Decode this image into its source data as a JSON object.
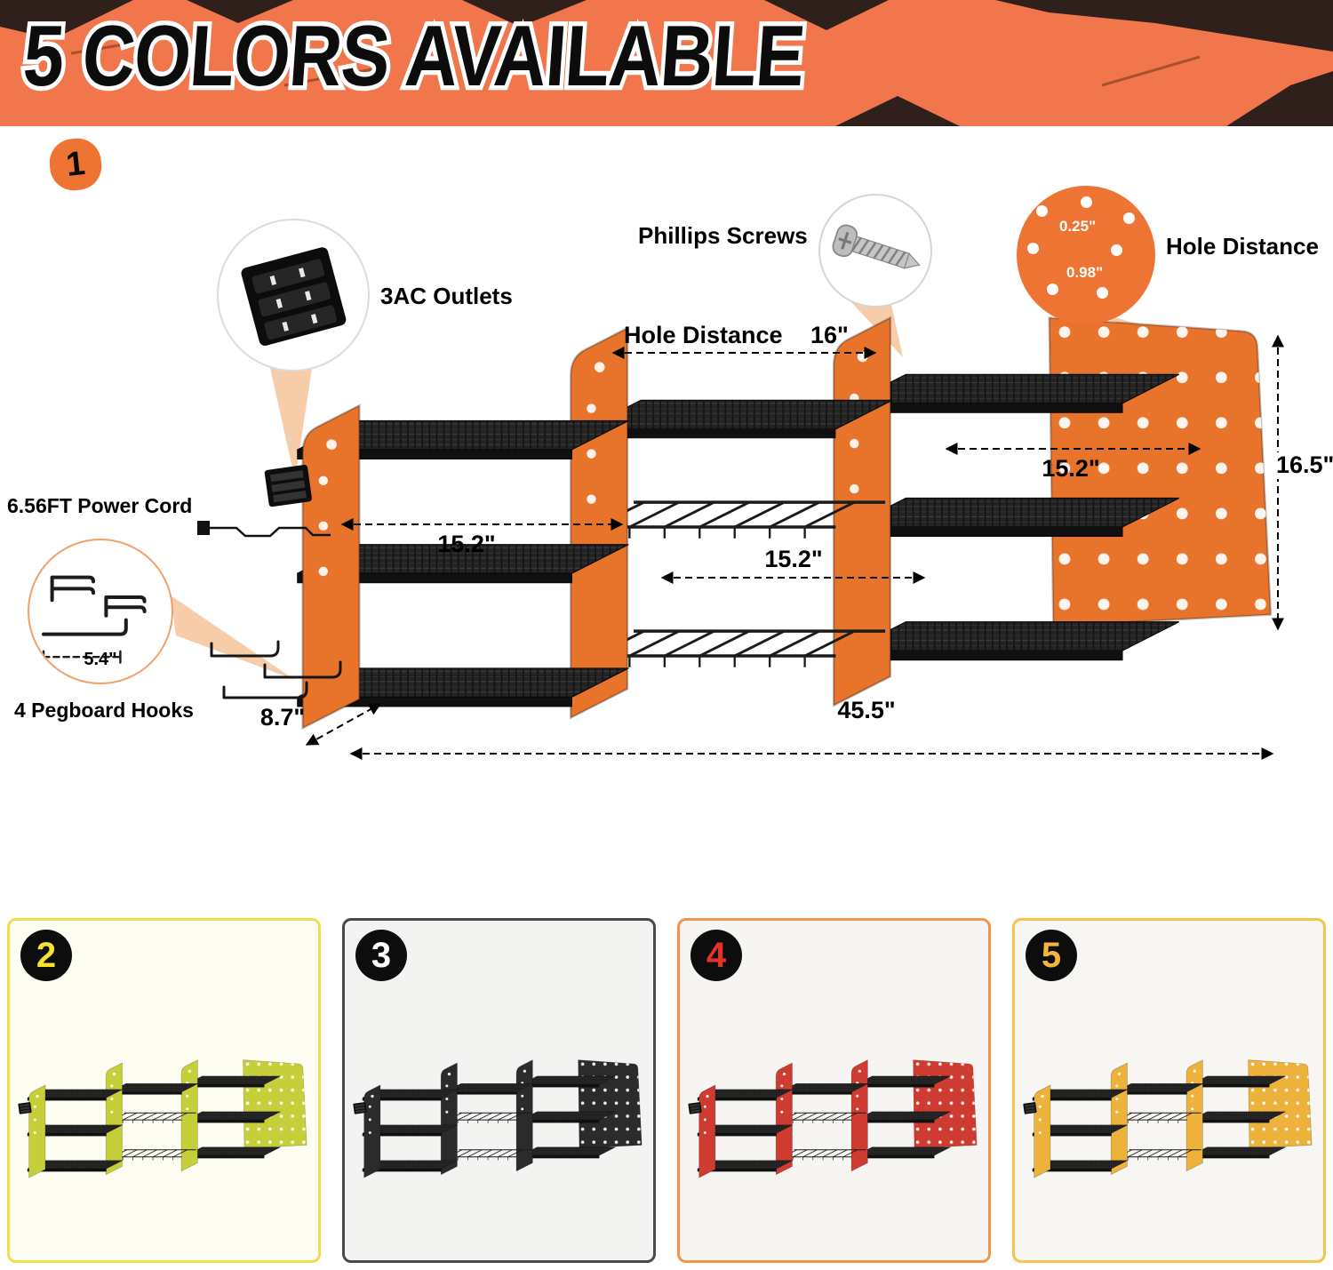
{
  "banner": {
    "title": "5 COLORS AVAILABLE",
    "bg": "#F2764B"
  },
  "main": {
    "badge": "1",
    "product_color": "#E8742C",
    "callout_outlets": {
      "label": "3AC Outlets"
    },
    "callout_screws": {
      "label": "Phillips Screws"
    },
    "callout_holes": {
      "label": "Hole Distance",
      "d1": "0.25\"",
      "d2": "0.98\""
    },
    "callout_cord": {
      "label": "6.56FT Power Cord"
    },
    "callout_hooks": {
      "label": "4 Pegboard Hooks",
      "width": "5.4\""
    },
    "dims": {
      "hole_distance_label": "Hole Distance",
      "hole_distance": "16\"",
      "bay1": "15.2\"",
      "bay2": "15.2\"",
      "bay3": "15.2\"",
      "height": "16.5\"",
      "depth": "8.7\"",
      "total": "45.5\""
    }
  },
  "variants": [
    {
      "number": "2",
      "number_color": "#F5E32E",
      "panel_color": "#C6CF3A",
      "border_color": "#F2DD4C",
      "bg": "#FEFDF2"
    },
    {
      "number": "3",
      "number_color": "#FFFFFF",
      "panel_color": "#2B2B2B",
      "border_color": "#4A4A4A",
      "bg": "#F3F3F1"
    },
    {
      "number": "4",
      "number_color": "#E53226",
      "panel_color": "#CE3B31",
      "border_color": "#F2954C",
      "bg": "#F7F5F2"
    },
    {
      "number": "5",
      "number_color": "#F3B63B",
      "panel_color": "#EDB23C",
      "border_color": "#F4C44C",
      "bg": "#F7F6F3"
    }
  ]
}
